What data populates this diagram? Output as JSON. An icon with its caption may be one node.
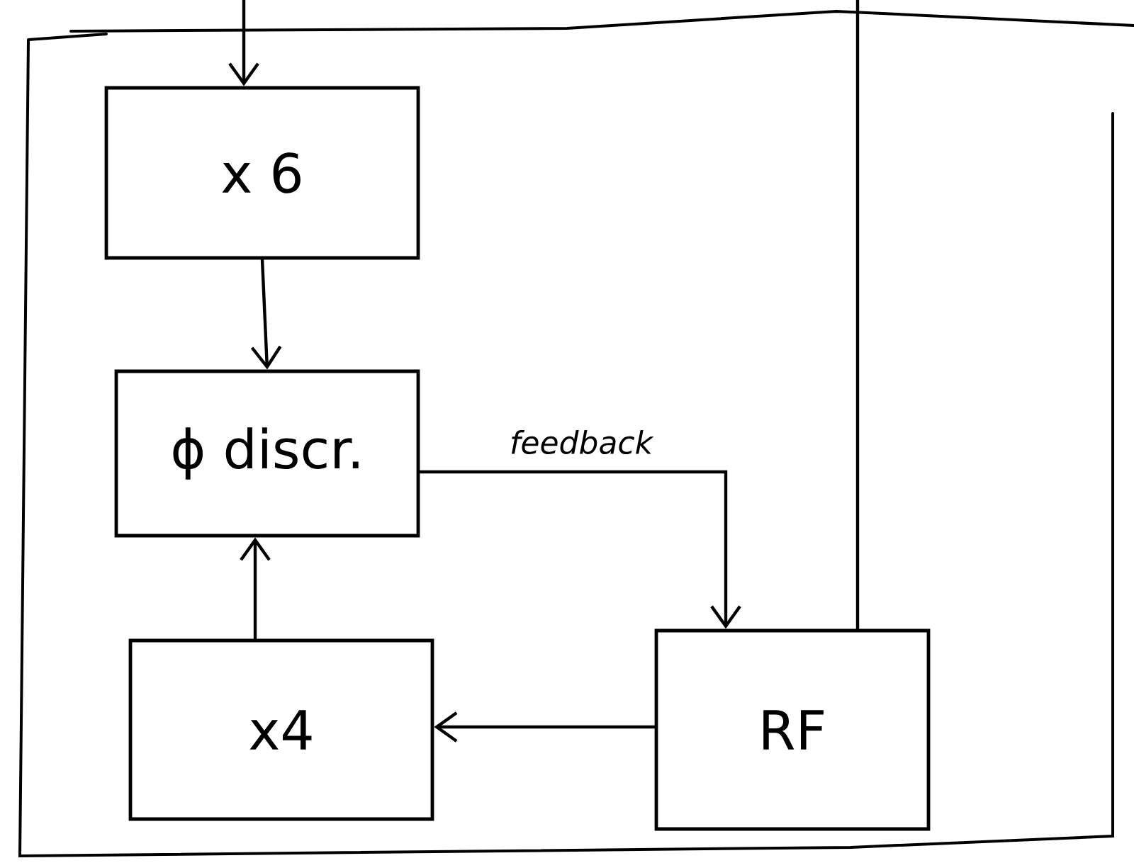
{
  "diagram": {
    "nodes": [
      {
        "text": [
          "x 6"
        ]
      },
      {
        "text": [
          "ϕ discr."
        ]
      },
      {
        "text": [
          "x4"
        ]
      },
      {
        "text": [
          "RF"
        ]
      }
    ],
    "edges": [
      {
        "from": null,
        "to": 0,
        "arrow": "to"
      },
      {
        "from": 0,
        "to": 1,
        "arrow": "to"
      },
      {
        "from": 1,
        "to": 3,
        "arrow": "to",
        "label": "feedback"
      },
      {
        "from": 3,
        "to": 2,
        "arrow": "to"
      },
      {
        "from": 2,
        "to": 1,
        "arrow": "to"
      },
      {
        "from": 3,
        "to": null,
        "arrow": "none"
      }
    ]
  }
}
